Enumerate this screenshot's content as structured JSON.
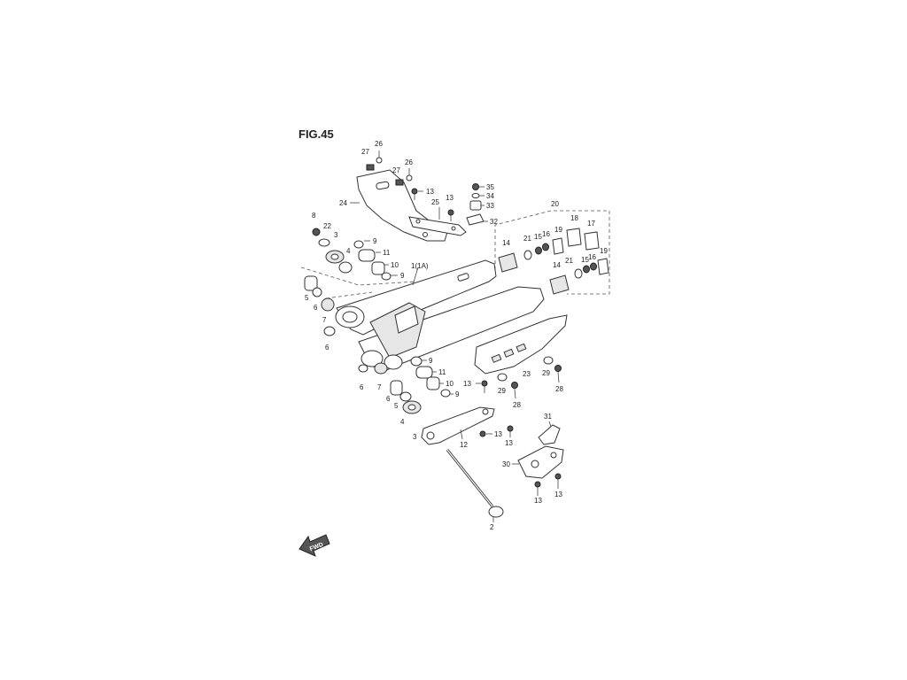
{
  "figure_label": "FIG.45",
  "direction_label": "FWD",
  "callouts": {
    "c1": "1(1A)",
    "c2": "2",
    "c3a": "3",
    "c3b": "3",
    "c4a": "4",
    "c4b": "4",
    "c5a": "5",
    "c5b": "5",
    "c6a": "6",
    "c6b": "6",
    "c6c": "6",
    "c6d": "6",
    "c7a": "7",
    "c7b": "7",
    "c8": "8",
    "c9a": "9",
    "c9b": "9",
    "c9c": "9",
    "c9d": "9",
    "c10a": "10",
    "c10b": "10",
    "c11a": "11",
    "c11b": "11",
    "c12": "12",
    "c13a": "13",
    "c13b": "13",
    "c13c": "13",
    "c13d": "13",
    "c13e": "13",
    "c13f": "13",
    "c13g": "13",
    "c14a": "14",
    "c14b": "14",
    "c15a": "15",
    "c15b": "15",
    "c16a": "16",
    "c16b": "16",
    "c17": "17",
    "c18": "18",
    "c19a": "19",
    "c19b": "19",
    "c20": "20",
    "c21a": "21",
    "c21b": "21",
    "c22": "22",
    "c23": "23",
    "c24": "24",
    "c25": "25",
    "c26a": "26",
    "c26b": "26",
    "c27a": "27",
    "c27b": "27",
    "c28a": "28",
    "c28b": "28",
    "c29a": "29",
    "c29b": "29",
    "c30": "30",
    "c31": "31",
    "c32": "32",
    "c33": "33",
    "c34": "34",
    "c35": "35"
  }
}
